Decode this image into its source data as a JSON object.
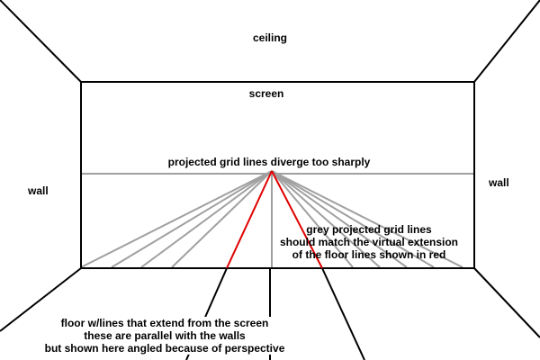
{
  "labels": {
    "ceiling": "ceiling",
    "screen": "screen",
    "diverge": "projected grid lines diverge too sharply",
    "wall_left": "wall",
    "wall_right": "wall",
    "grey_note": [
      "grey projected grid lines",
      "should match the virtual extension",
      "of the floor lines shown in red"
    ],
    "floor_note": [
      "floor w/lines that extend from the screen",
      "these are parallel with the walls",
      "but shown here angled because of perspective"
    ]
  },
  "colors": {
    "room_lines": "#000000",
    "grid_lines": "#a0a0a0",
    "highlight_lines": "#e00000",
    "text": "#000000"
  }
}
